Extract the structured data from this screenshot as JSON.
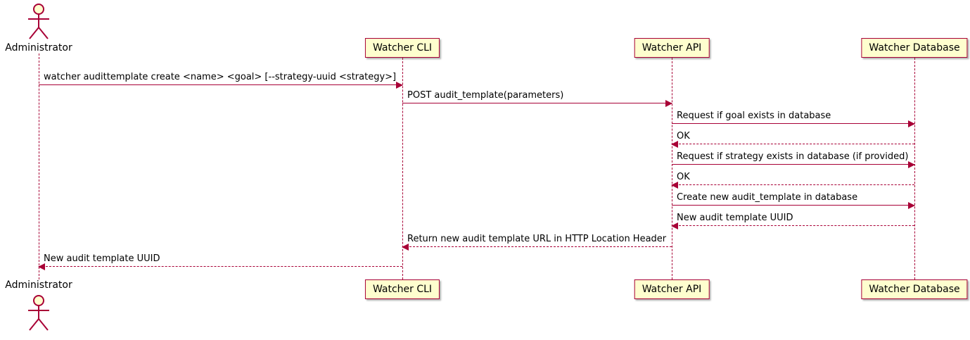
{
  "colors": {
    "line": "#A80036",
    "participant_fill": "#FEFECE",
    "text": "#000000"
  },
  "actor": {
    "label": "Administrator"
  },
  "participants": {
    "cli": {
      "label": "Watcher CLI"
    },
    "api": {
      "label": "Watcher API"
    },
    "db": {
      "label": "Watcher Database"
    }
  },
  "messages": [
    {
      "text": "watcher audittemplate create <name> <goal> [--strategy-uuid <strategy>]",
      "from": "Administrator",
      "to": "Watcher CLI",
      "style": "solid"
    },
    {
      "text": "POST audit_template(parameters)",
      "from": "Watcher CLI",
      "to": "Watcher API",
      "style": "solid"
    },
    {
      "text": "Request if goal exists in database",
      "from": "Watcher API",
      "to": "Watcher Database",
      "style": "solid"
    },
    {
      "text": "OK",
      "from": "Watcher Database",
      "to": "Watcher API",
      "style": "dashed"
    },
    {
      "text": "Request if strategy exists in database (if provided)",
      "from": "Watcher API",
      "to": "Watcher Database",
      "style": "solid"
    },
    {
      "text": "OK",
      "from": "Watcher Database",
      "to": "Watcher API",
      "style": "dashed"
    },
    {
      "text": "Create new audit_template in database",
      "from": "Watcher API",
      "to": "Watcher Database",
      "style": "solid"
    },
    {
      "text": "New audit template UUID",
      "from": "Watcher Database",
      "to": "Watcher API",
      "style": "dashed"
    },
    {
      "text": "Return new audit template URL in HTTP Location Header",
      "from": "Watcher API",
      "to": "Watcher CLI",
      "style": "dashed"
    },
    {
      "text": "New audit template UUID",
      "from": "Watcher CLI",
      "to": "Administrator",
      "style": "dashed"
    }
  ]
}
